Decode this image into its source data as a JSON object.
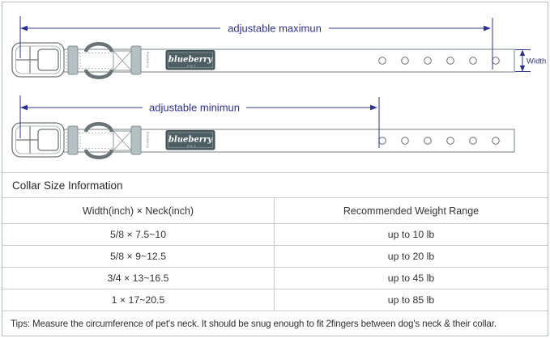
{
  "diagram": {
    "adjustable_max_label": "adjustable maximun",
    "adjustable_min_label": "adjustable minimun",
    "width_label": "Width",
    "brand": "blueberry",
    "brand_sub": "PET",
    "side_tag": "blueberry",
    "annotation_color": "#2e3192",
    "holes_per_collar": 6
  },
  "size_info": {
    "title": "Collar Size Information",
    "columns": {
      "size": "Width(inch) × Neck(inch)",
      "weight": "Recommended Weight Range"
    },
    "rows": [
      {
        "size": "5/8 × 7.5~10",
        "weight": "up to 10 lb"
      },
      {
        "size": "5/8 × 9~12.5",
        "weight": "up to 20 lb"
      },
      {
        "size": "3/4 × 13~16.5",
        "weight": "up to 45 lb"
      },
      {
        "size": "1 × 17~20.5",
        "weight": "up to 85 lb"
      }
    ],
    "tips": "Tips: Measure the circumference of pet's neck. It should be snug enough to fit 2fingers between dog's neck & their collar."
  }
}
